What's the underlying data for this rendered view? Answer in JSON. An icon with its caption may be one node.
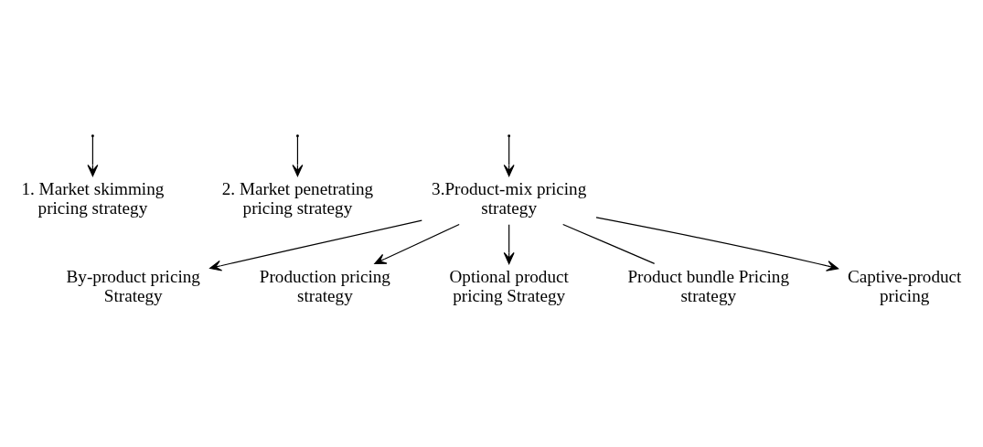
{
  "diagram": {
    "nodes": [
      {
        "text": [
          "1. Market skimming pricing strategy"
        ]
      },
      {
        "text": [
          "2. Market penetrating pricing strategy"
        ]
      },
      {
        "text": [
          "3.Product-mix pricing strategy"
        ]
      },
      {
        "text": [
          "By-product pricing Strategy"
        ]
      },
      {
        "text": [
          "Production pricing strategy"
        ]
      },
      {
        "text": [
          "Optional product pricing Strategy"
        ]
      },
      {
        "text": [
          "Product bundle Pricing strategy"
        ]
      },
      {
        "text": [
          "Captive-product pricing"
        ]
      }
    ],
    "edges": [
      {
        "from": null,
        "to": 0,
        "arrow": "to"
      },
      {
        "from": null,
        "to": 1,
        "arrow": "to"
      },
      {
        "from": null,
        "to": 2,
        "arrow": "to"
      },
      {
        "from": 2,
        "to": 4,
        "arrow": "to"
      },
      {
        "from": 2,
        "to": 3,
        "arrow": "to"
      },
      {
        "from": 2,
        "to": 5,
        "arrow": "to"
      },
      {
        "from": 2,
        "to": 6,
        "arrow": "none"
      },
      {
        "from": 2,
        "to": 7,
        "arrow": "to"
      }
    ]
  }
}
